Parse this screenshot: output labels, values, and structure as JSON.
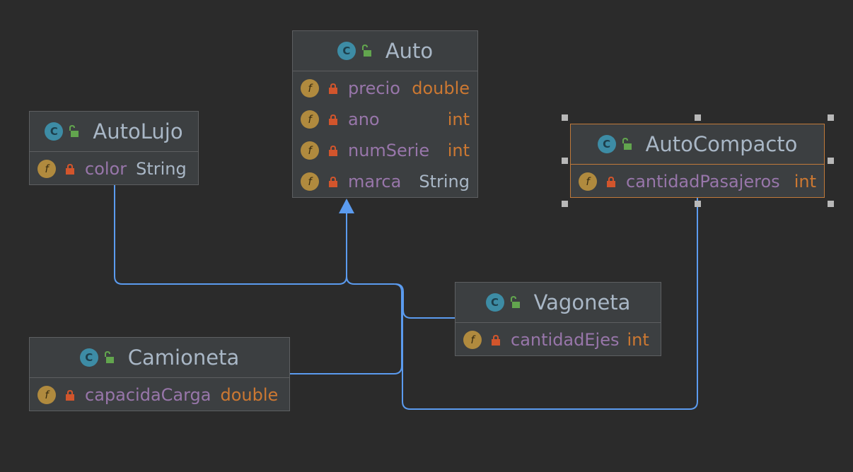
{
  "colors": {
    "background": "#2b2b2b",
    "node_fill": "#3c3f41",
    "node_border": "#5d5f61",
    "selected_border": "#c17a3a",
    "edge": "#5b9bef",
    "field_name": "#9876aa",
    "primitive_type": "#cc7832",
    "class_name": "#a9b7c6"
  },
  "icons": {
    "class": "C",
    "field": "f"
  },
  "classes": {
    "auto": {
      "name": "Auto",
      "fields": [
        {
          "name": "precio",
          "type": "double"
        },
        {
          "name": "ano",
          "type": "int"
        },
        {
          "name": "numSerie",
          "type": "int"
        },
        {
          "name": "marca",
          "type": "String"
        }
      ]
    },
    "autolujo": {
      "name": "AutoLujo",
      "fields": [
        {
          "name": "color",
          "type": "String"
        }
      ]
    },
    "autocompacto": {
      "name": "AutoCompacto",
      "selected": true,
      "fields": [
        {
          "name": "cantidadPasajeros",
          "type": "int"
        }
      ]
    },
    "vagoneta": {
      "name": "Vagoneta",
      "fields": [
        {
          "name": "cantidadEjes",
          "type": "int"
        }
      ]
    },
    "camioneta": {
      "name": "Camioneta",
      "fields": [
        {
          "name": "capacidaCarga",
          "type": "double"
        }
      ]
    }
  },
  "relations": [
    {
      "from": "AutoLujo",
      "to": "Auto",
      "kind": "extends"
    },
    {
      "from": "Camioneta",
      "to": "Auto",
      "kind": "extends"
    },
    {
      "from": "Vagoneta",
      "to": "Auto",
      "kind": "extends"
    },
    {
      "from": "AutoCompacto",
      "to": "Auto",
      "kind": "extends"
    }
  ]
}
